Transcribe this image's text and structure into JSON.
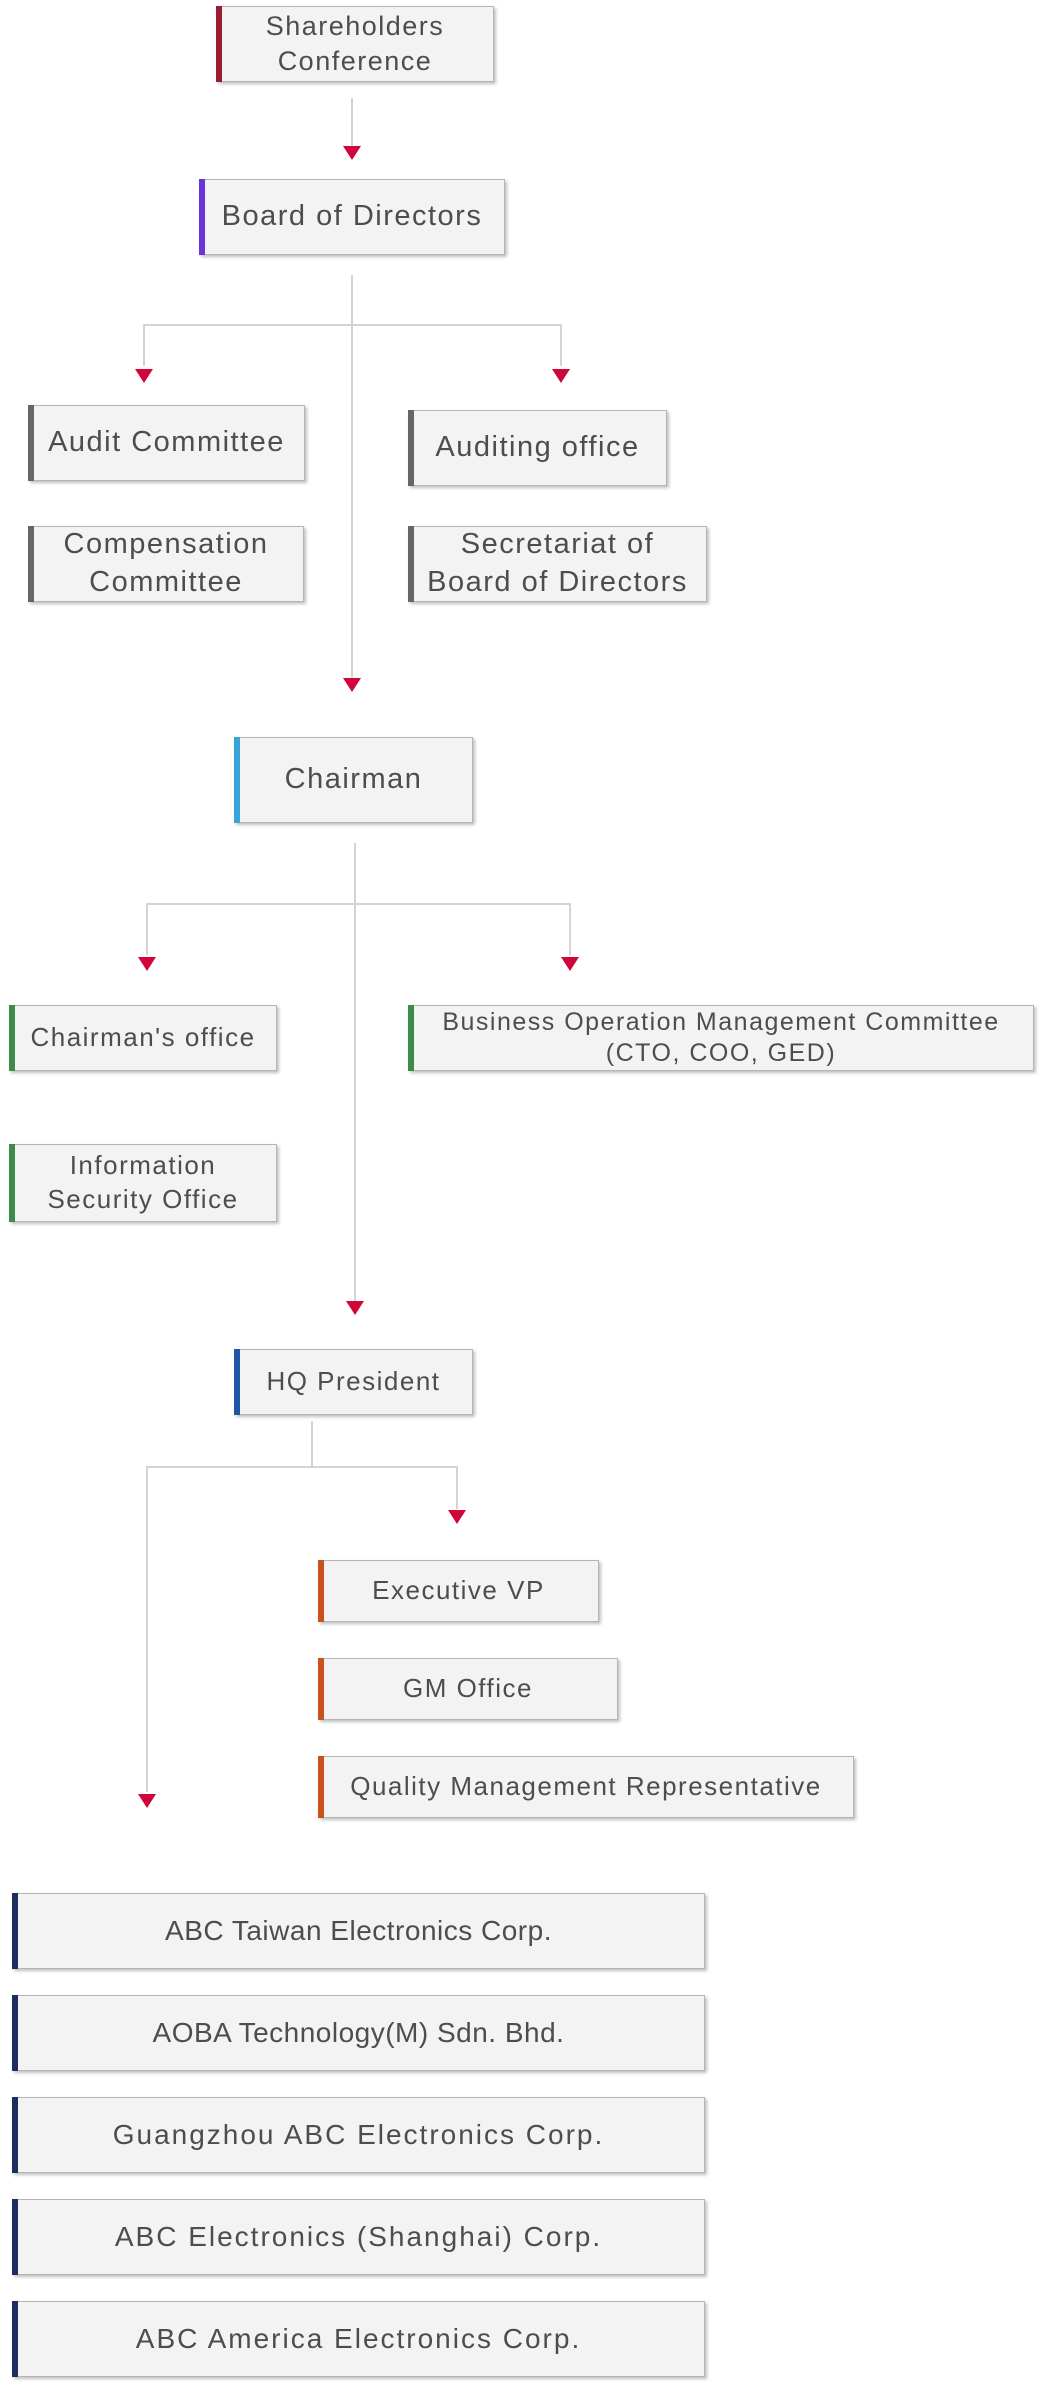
{
  "colors": {
    "arrow": "#d0063a",
    "shareholders": "#9b1b30",
    "board": "#6a34d9",
    "committee": "#666666",
    "chairman": "#3aa3d8",
    "chairman_units": "#3d8b4a",
    "president": "#1f57a8",
    "executive_units": "#c9531a",
    "subsidiaries": "#1c2d5e"
  },
  "nodes": {
    "shareholders": "Shareholders\nConference",
    "board": "Board of Directors",
    "audit_committee": "Audit Committee",
    "auditing_office": "Auditing office",
    "compensation_committee": "Compensation\nCommittee",
    "secretariat": "Secretariat of\nBoard of Directors",
    "chairman": "Chairman",
    "chairmans_office": "Chairman's office",
    "business_operation": "Business Operation Management Committee\n(CTO, COO, GED)",
    "info_security": "Information\nSecurity Office",
    "hq_president": "HQ President",
    "executive_vp": "Executive VP",
    "gm_office": "GM Office",
    "quality_rep": "Quality Management Representative"
  },
  "subsidiaries": [
    "ABC Taiwan Electronics Corp.",
    "AOBA Technology(M) Sdn. Bhd.",
    "Guangzhou ABC Electronics Corp.",
    "ABC Electronics (Shanghai) Corp.",
    "ABC America Electronics Corp."
  ]
}
